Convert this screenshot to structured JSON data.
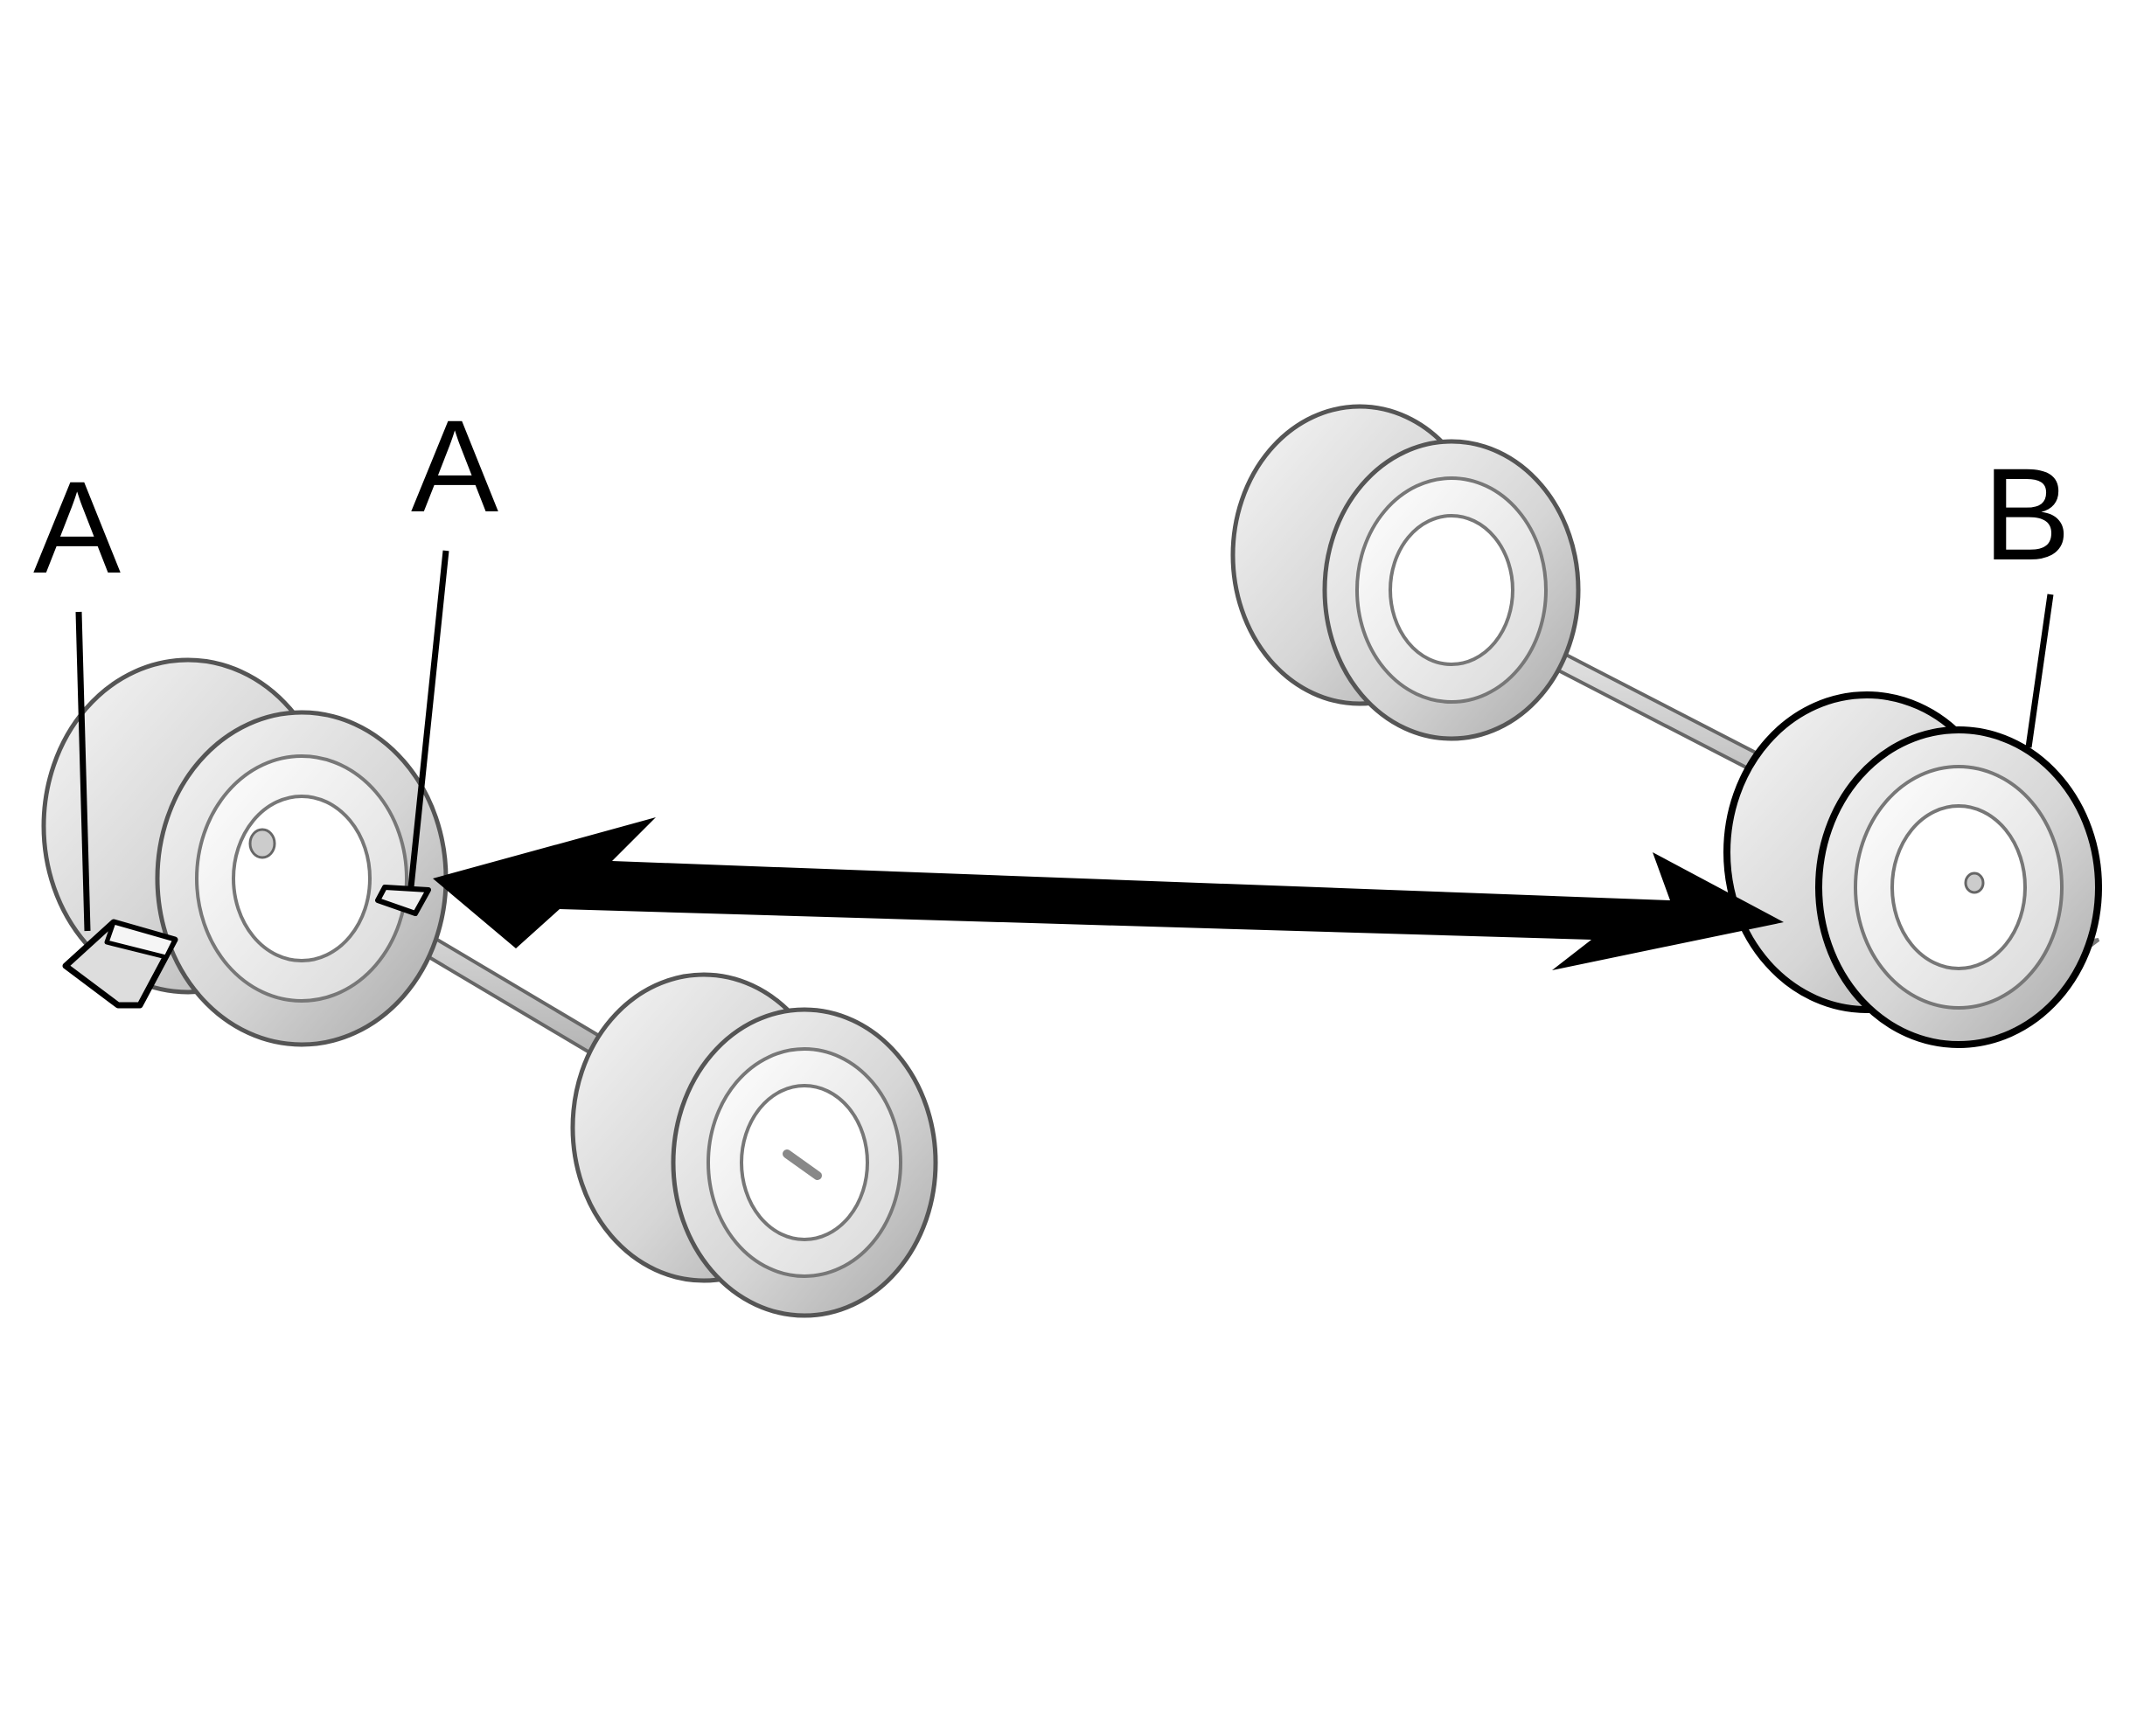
{
  "labels": {
    "wheel_chock_left": "A",
    "wheel_chock_right": "A",
    "blocked_wheel": "B"
  },
  "colors": {
    "outline": "#555555",
    "ink": "#000000",
    "tire_light": "#f4f4f4",
    "tire_dark": "#b8b8b8",
    "hub": "#ffffff",
    "axle": "#cfcfcf"
  }
}
